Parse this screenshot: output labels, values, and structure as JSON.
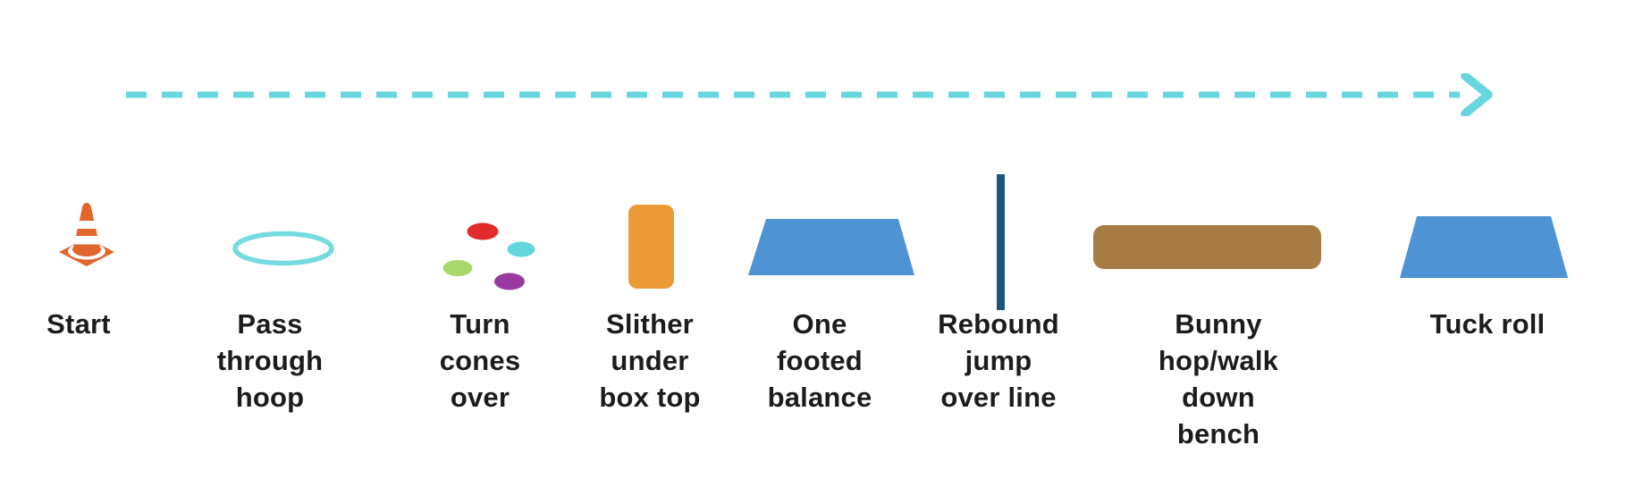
{
  "background": "#ffffff",
  "text_color": "#1c1c1c",
  "arrow": {
    "description": "dashed progression arrow pointing right",
    "color": "#68d6de"
  },
  "stations": [
    {
      "label": "Start",
      "icon": "traffic-cone-icon",
      "colors": {
        "cone": "#e0662b",
        "stripe": "#ffffff"
      }
    },
    {
      "label": "Pass\nthrough\nhoop",
      "icon": "hoop-icon",
      "colors": {
        "hoop": "#75dbe1"
      }
    },
    {
      "label": "Turn\ncones\nover",
      "icon": "spot-markers-icon",
      "colors": {
        "red": "#e12b2b",
        "cyan": "#64d7de",
        "green": "#a8d86b",
        "purple": "#9a3aa0"
      }
    },
    {
      "label": "Slither\nunder\nbox top",
      "icon": "box-top-icon",
      "colors": {
        "box": "#ec9a38"
      }
    },
    {
      "label": "One\nfooted\nbalance",
      "icon": "balance-mat-icon",
      "colors": {
        "mat": "#4e93d3"
      }
    },
    {
      "label": "Rebound\njump\nover line",
      "icon": "line-icon",
      "colors": {
        "line": "#19587a"
      }
    },
    {
      "label": "Bunny\nhop/walk\ndown\nbench",
      "icon": "bench-icon",
      "colors": {
        "bench": "#a87b45"
      }
    },
    {
      "label": "Tuck roll",
      "icon": "mat-icon",
      "colors": {
        "mat": "#4e93d3"
      }
    }
  ]
}
